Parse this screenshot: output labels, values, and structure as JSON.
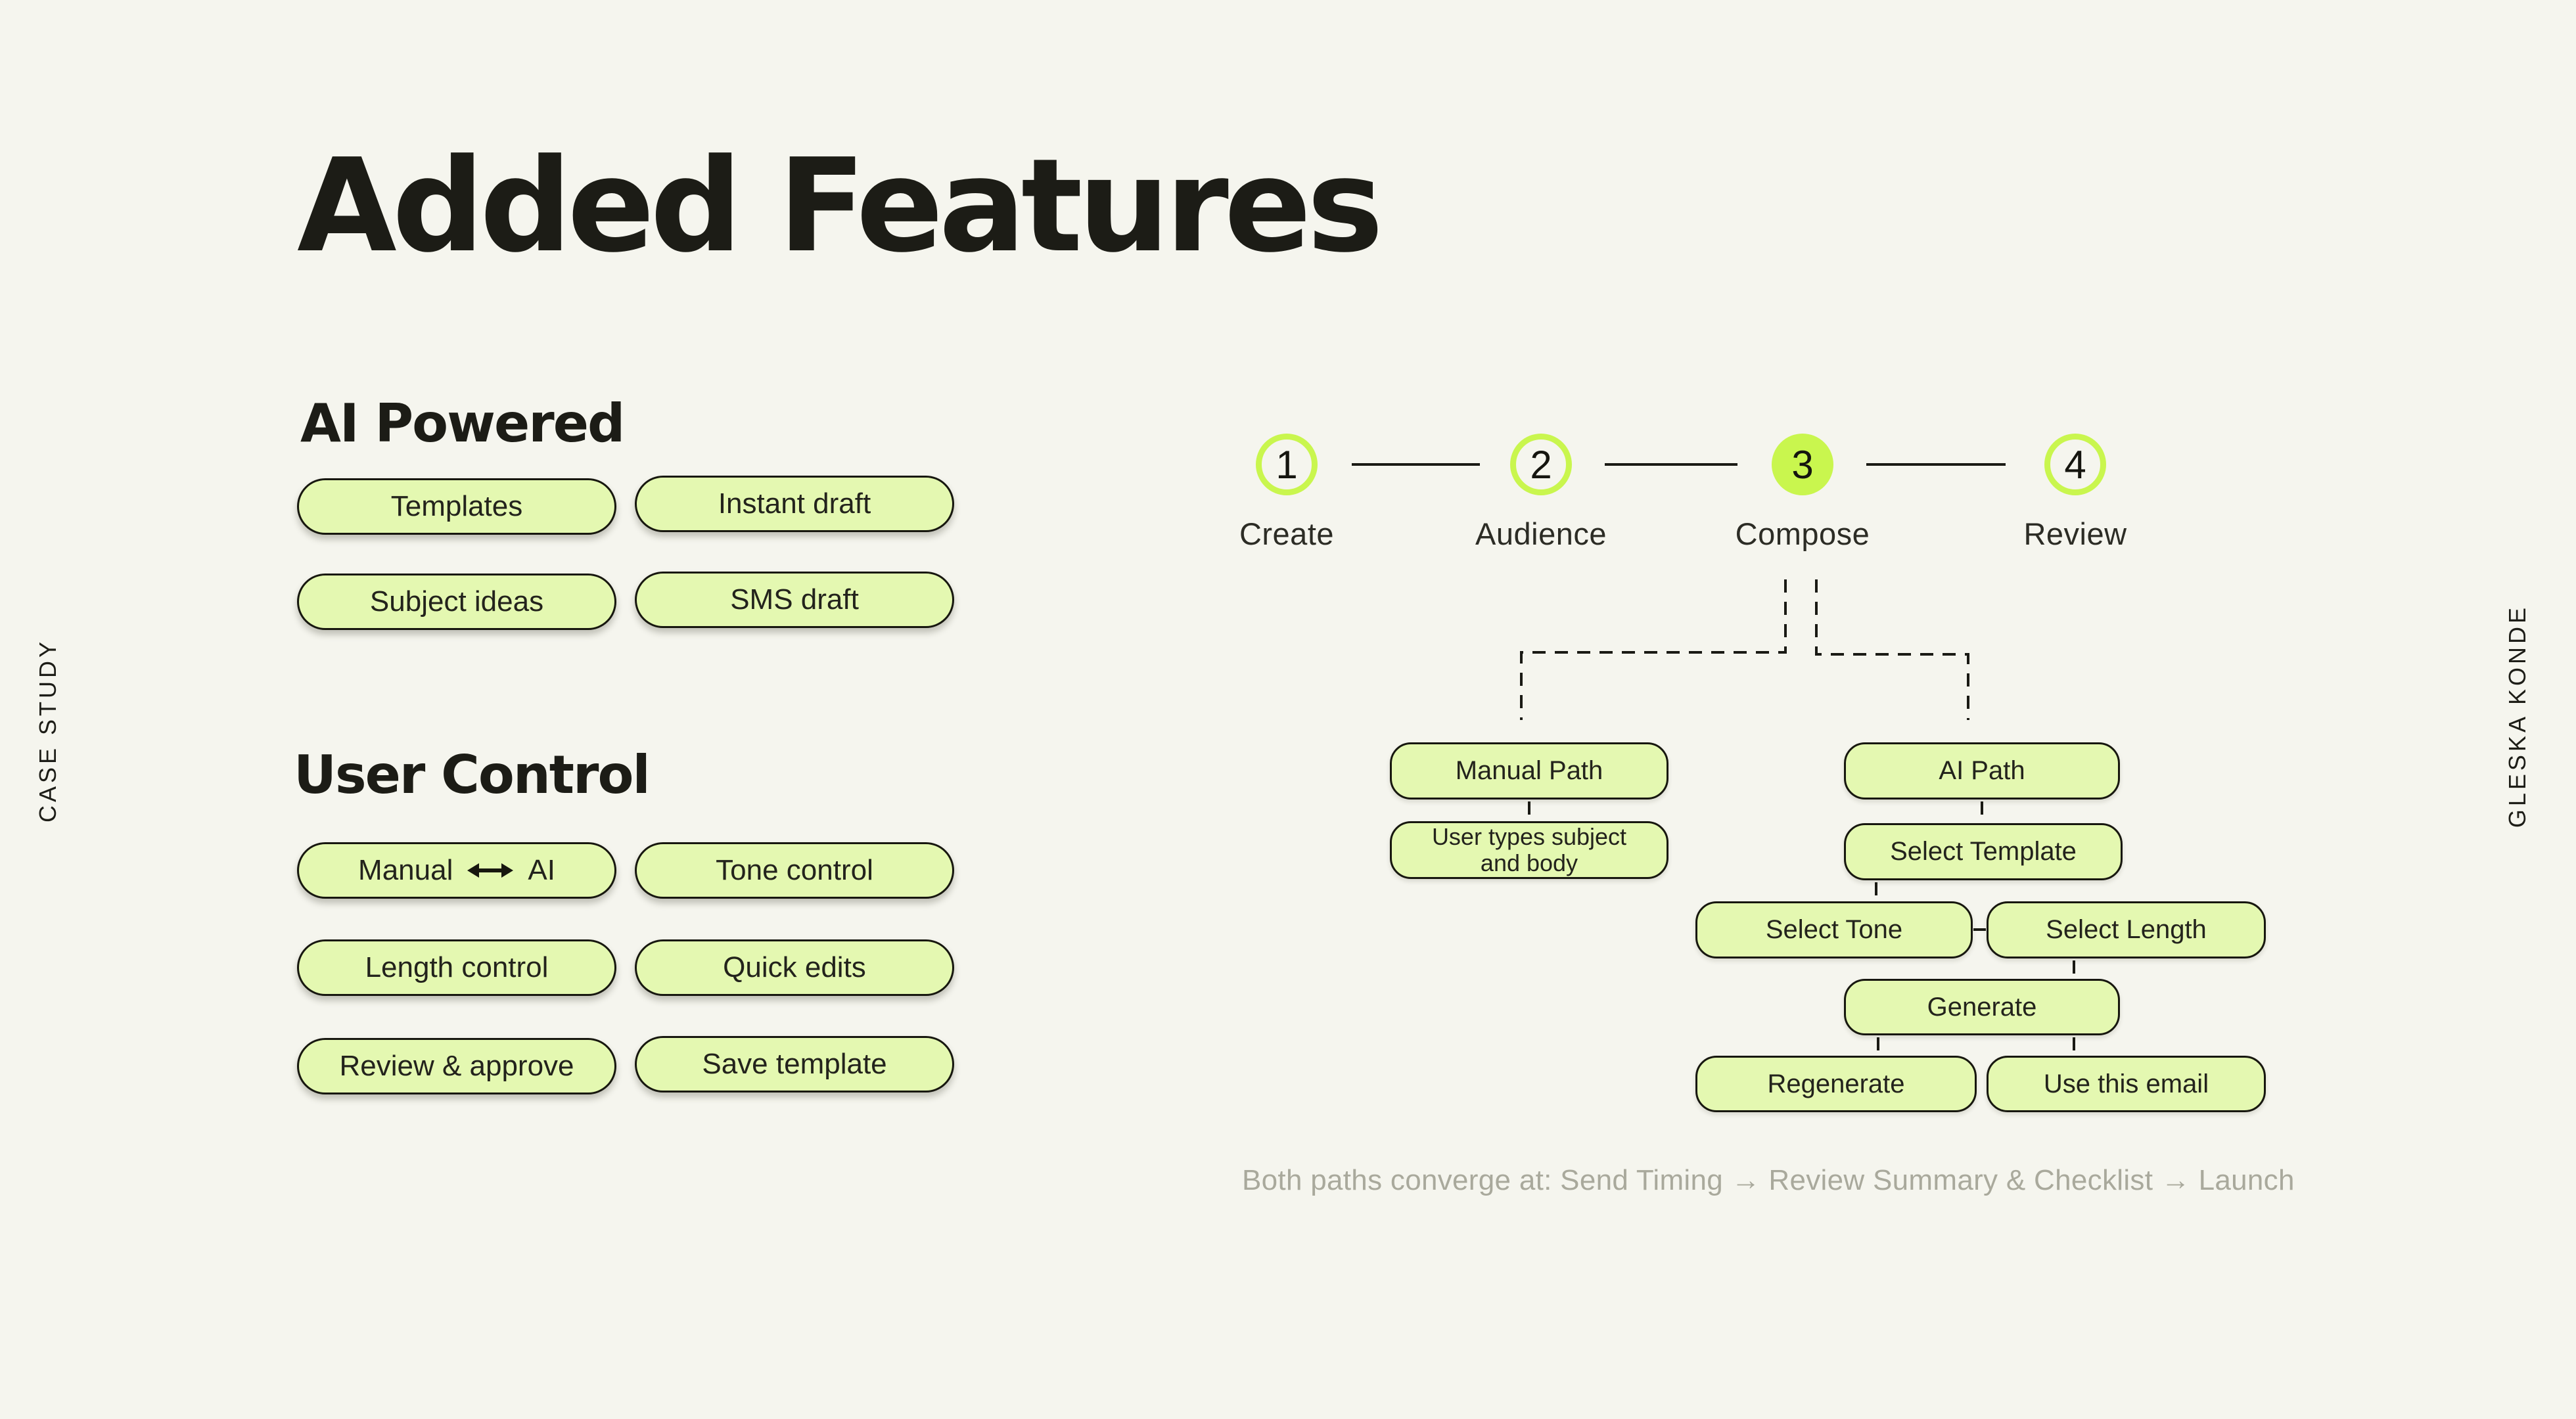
{
  "colors": {
    "background": "#f5f5ee",
    "pill": "#e4f8b1",
    "accent": "#c9f64e",
    "ink": "#17170f",
    "text": "#23231c",
    "muted": "#a9a99c"
  },
  "page": {
    "title": "Added Features",
    "side_left": "CASE STUDY",
    "side_right": "GLESKA KONDE"
  },
  "sections": {
    "ai_powered": {
      "heading": "AI Powered",
      "pills": [
        "Templates",
        "Instant draft",
        "Subject ideas",
        "SMS draft"
      ]
    },
    "user_control": {
      "heading": "User Control",
      "manual_ai": {
        "left": "Manual",
        "right": "AI"
      },
      "pills": [
        "Tone control",
        "Length control",
        "Quick edits",
        "Review & approve",
        "Save template"
      ]
    }
  },
  "stepper": {
    "steps": [
      {
        "number": "1",
        "label": "Create",
        "active": false
      },
      {
        "number": "2",
        "label": "Audience",
        "active": false
      },
      {
        "number": "3",
        "label": "Compose",
        "active": true
      },
      {
        "number": "4",
        "label": "Review",
        "active": false
      }
    ]
  },
  "flow": {
    "boxes": {
      "manual_path": "Manual Path",
      "user_types": "User types subject and body",
      "ai_path": "AI Path",
      "select_template": "Select Template",
      "select_tone": "Select Tone",
      "select_length": "Select Length",
      "generate": "Generate",
      "regenerate": "Regenerate",
      "use_email": "Use this email"
    }
  },
  "caption": "Both paths converge at: Send Timing → Review Summary & Checklist → Launch"
}
